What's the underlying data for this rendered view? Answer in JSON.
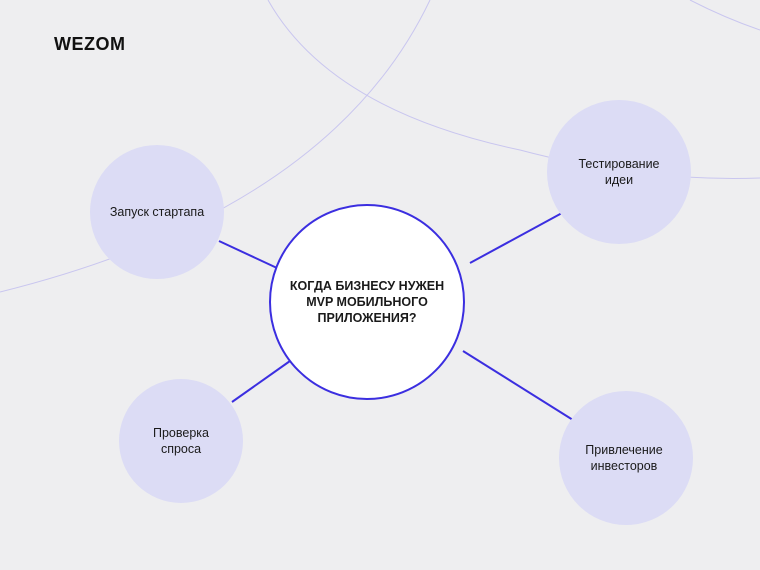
{
  "brand": {
    "logo_text": "WEZOM"
  },
  "diagram": {
    "center": {
      "label": "КОГДА БИЗНЕСУ НУЖЕН\nMVP МОБИЛЬНОГО\nПРИЛОЖЕНИЯ?"
    },
    "nodes": [
      {
        "id": "startup",
        "label": "Запуск стартапа"
      },
      {
        "id": "testing",
        "label": "Тестирование\nидеи"
      },
      {
        "id": "demand",
        "label": "Проверка\nспроса"
      },
      {
        "id": "investors",
        "label": "Привлечение\nинвесторов"
      }
    ]
  },
  "colors": {
    "background": "#eeeef0",
    "accent": "#3b2ee0",
    "node_fill": "#dcdcf5",
    "decor_line": "#c9c6ef"
  }
}
